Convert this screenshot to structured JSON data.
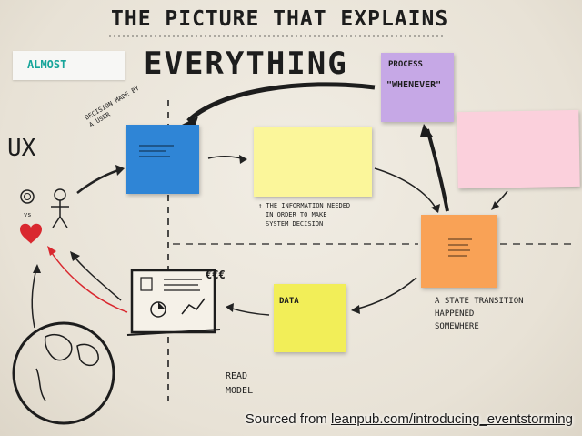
{
  "title": {
    "line1": "THE PICTURE THAT EXPLAINS",
    "line2": "EVERYTHING"
  },
  "almost_tag": "ALMOST",
  "labels": {
    "decision": "DECISION MADE BY A USER",
    "ux": "UX",
    "process": "PROCESS",
    "whenever": "\"WHENEVER\"",
    "information_note_1": "↑ THE INFORMATION NEEDED",
    "information_note_2": "IN ORDER TO MAKE",
    "information_note_3": "SYSTEM DECISION",
    "state_1": "A STATE TRANSITION",
    "state_2": "HAPPENED",
    "state_3": "SOMEWHERE",
    "data": "DATA",
    "read_model_1": "READ",
    "read_model_2": "MODEL",
    "vs": "vs"
  },
  "caption": {
    "prefix": "Sourced from ",
    "link": "leanpub.com/introducing_eventstorming"
  },
  "colors": {
    "blue_sticky": "#2f85d6",
    "yellow_sticky": "#fbf69a",
    "purple_sticky": "#c6a8e6",
    "pink_sticky": "#fbd0dc",
    "orange_sticky": "#f9a256",
    "yellow2_sticky": "#f2ee58",
    "almost_text": "#17a59a"
  }
}
